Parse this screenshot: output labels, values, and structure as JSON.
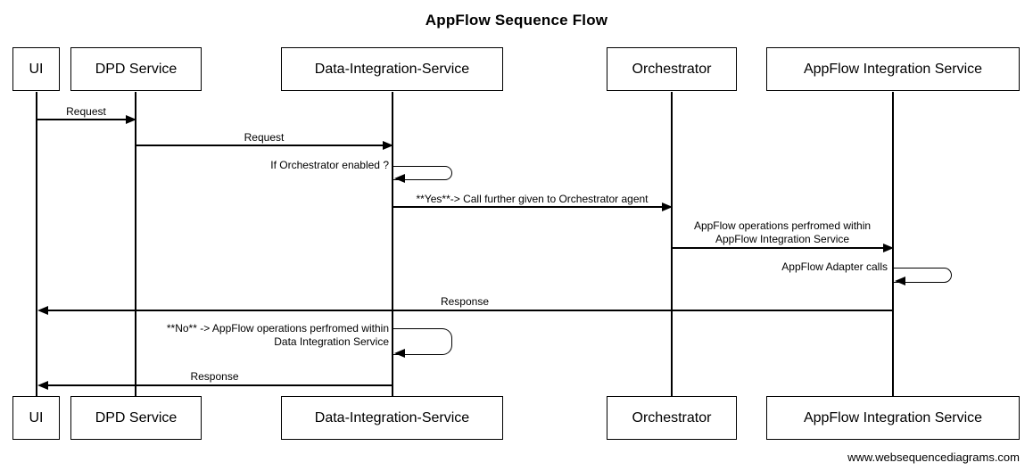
{
  "title": "AppFlow Sequence Flow",
  "watermark": "www.websequencediagrams.com",
  "colors": {
    "line": "#000000",
    "background": "#ffffff",
    "text": "#000000"
  },
  "actors": [
    {
      "label": "UI"
    },
    {
      "label": "DPD Service"
    },
    {
      "label": "Data-Integration-Service"
    },
    {
      "label": "Orchestrator"
    },
    {
      "label": "AppFlow Integration Service"
    }
  ],
  "messages": [
    {
      "label": "Request",
      "from": "UI",
      "to": "DPD Service",
      "kind": "call"
    },
    {
      "label": "Request",
      "from": "DPD Service",
      "to": "Data-Integration-Service",
      "kind": "call"
    },
    {
      "label": "If Orchestrator enabled ?",
      "on": "Data-Integration-Service",
      "kind": "self"
    },
    {
      "label": "**Yes**-> Call further given to Orchestrator agent",
      "from": "Data-Integration-Service",
      "to": "Orchestrator",
      "kind": "call"
    },
    {
      "lines": [
        "AppFlow operations perfromed within",
        "AppFlow Integration Service"
      ],
      "from": "Orchestrator",
      "to": "AppFlow Integration Service",
      "kind": "call"
    },
    {
      "label": "AppFlow Adapter calls",
      "on": "AppFlow Integration Service",
      "kind": "self"
    },
    {
      "label": "Response",
      "from": "AppFlow Integration Service",
      "to": "UI",
      "kind": "return"
    },
    {
      "lines": [
        "**No** -> AppFlow operations perfromed within",
        "Data Integration Service"
      ],
      "on": "Data-Integration-Service",
      "kind": "self"
    },
    {
      "label": "Response",
      "from": "Data-Integration-Service",
      "to": "UI",
      "kind": "return"
    }
  ]
}
